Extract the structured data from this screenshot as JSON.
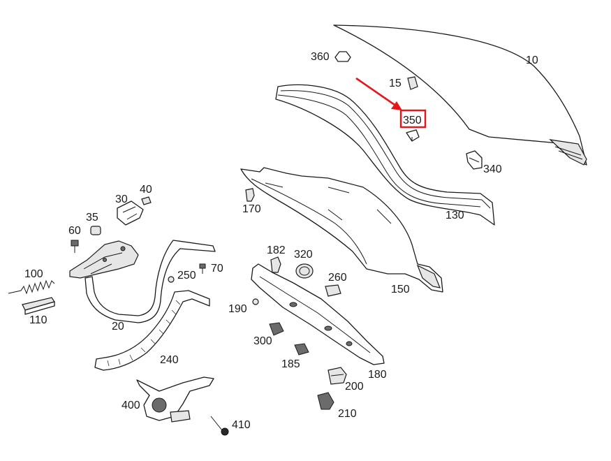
{
  "diagram": {
    "parts": [
      {
        "id": "10",
        "label": "10"
      },
      {
        "id": "15",
        "label": "15"
      },
      {
        "id": "20",
        "label": "20"
      },
      {
        "id": "30",
        "label": "30"
      },
      {
        "id": "35",
        "label": "35"
      },
      {
        "id": "40",
        "label": "40"
      },
      {
        "id": "60",
        "label": "60"
      },
      {
        "id": "70",
        "label": "70"
      },
      {
        "id": "100",
        "label": "100"
      },
      {
        "id": "110",
        "label": "110"
      },
      {
        "id": "130",
        "label": "130"
      },
      {
        "id": "150",
        "label": "150"
      },
      {
        "id": "170",
        "label": "170"
      },
      {
        "id": "180",
        "label": "180"
      },
      {
        "id": "182",
        "label": "182"
      },
      {
        "id": "185",
        "label": "185"
      },
      {
        "id": "190",
        "label": "190"
      },
      {
        "id": "200",
        "label": "200"
      },
      {
        "id": "210",
        "label": "210"
      },
      {
        "id": "240",
        "label": "240"
      },
      {
        "id": "250",
        "label": "250"
      },
      {
        "id": "260",
        "label": "260"
      },
      {
        "id": "300",
        "label": "300"
      },
      {
        "id": "320",
        "label": "320"
      },
      {
        "id": "340",
        "label": "340"
      },
      {
        "id": "350",
        "label": "350"
      },
      {
        "id": "360",
        "label": "360"
      },
      {
        "id": "400",
        "label": "400"
      },
      {
        "id": "410",
        "label": "410"
      }
    ],
    "highlighted_part": "350",
    "colors": {
      "highlight": "#e8141b",
      "line": "#1a1a1a",
      "background": "#ffffff"
    }
  }
}
